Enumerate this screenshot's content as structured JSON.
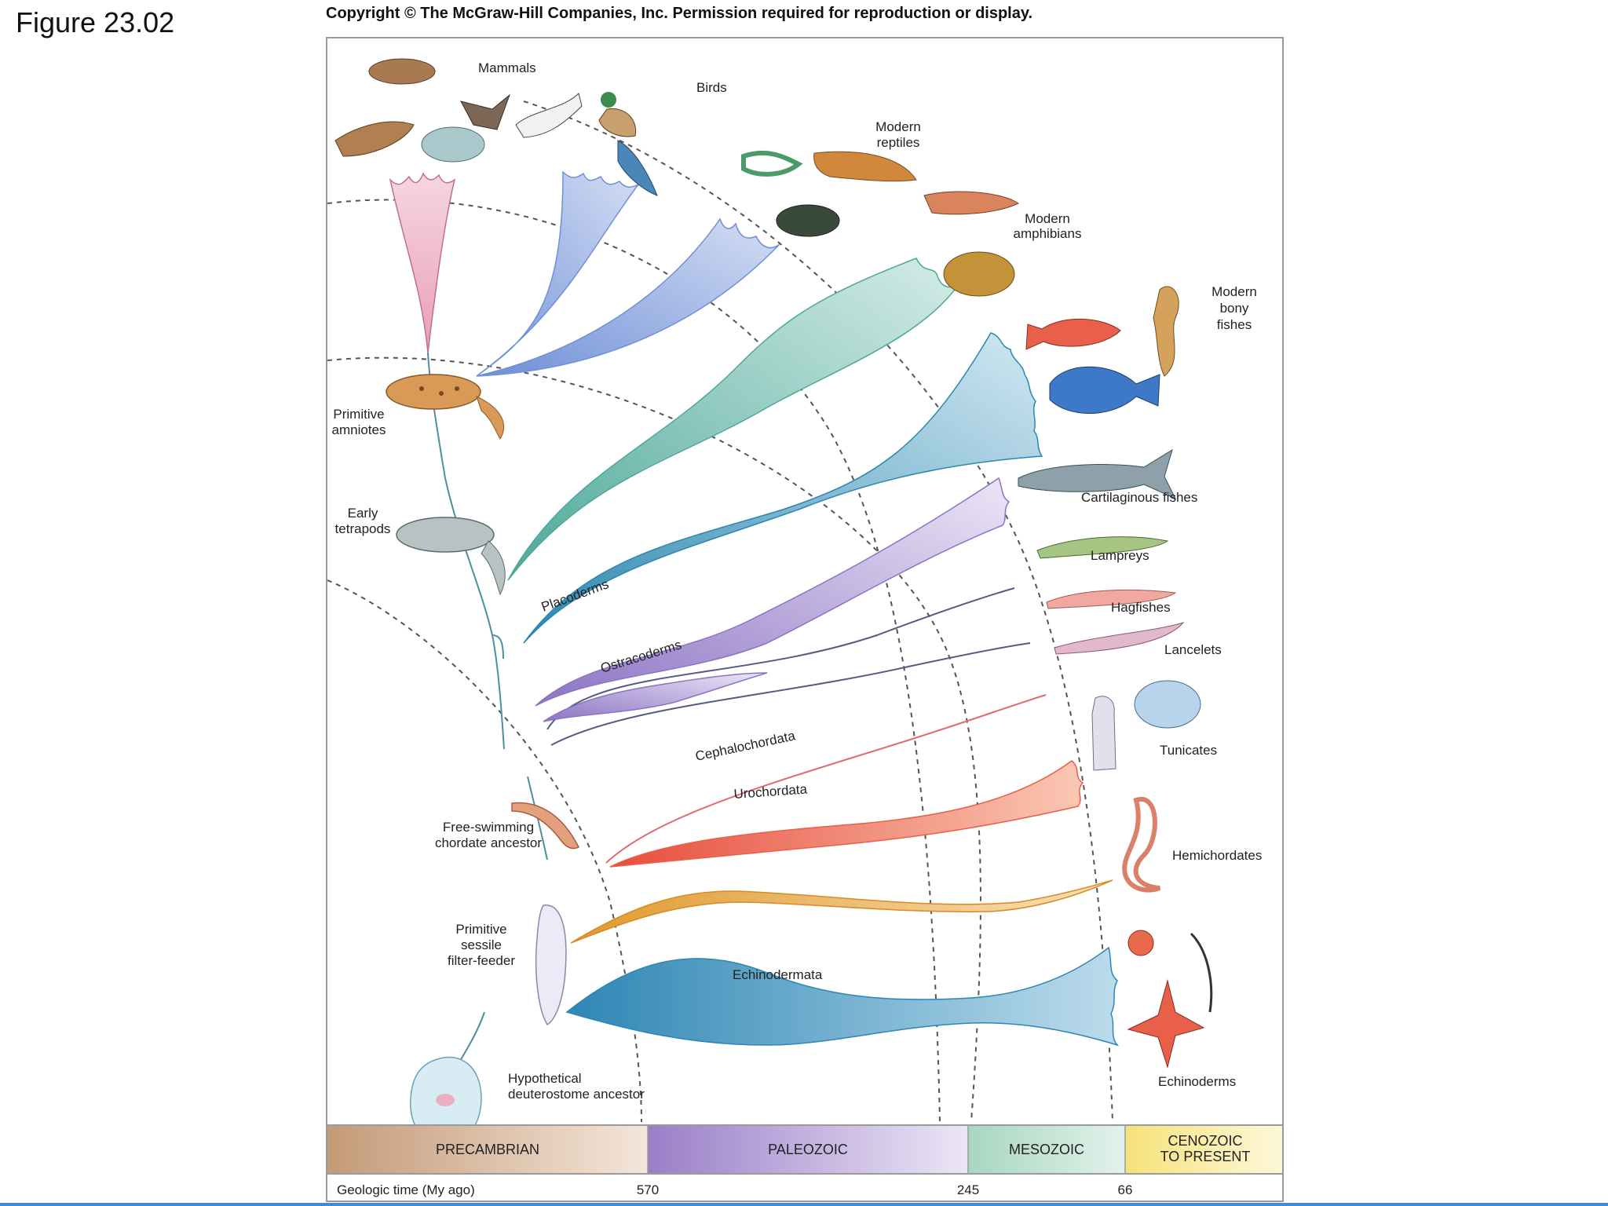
{
  "figure_label": "Figure 23.02",
  "copyright": "Copyright © The McGraw-Hill Companies, Inc. Permission required for reproduction or display.",
  "groups": {
    "mammals": "Mammals",
    "birds": "Birds",
    "reptiles": [
      "Modern",
      "reptiles"
    ],
    "amphibians": [
      "Modern",
      "amphibians"
    ],
    "bony_fishes": [
      "Modern",
      "bony",
      "fishes"
    ],
    "cartilaginous": "Cartilaginous fishes",
    "lampreys": "Lampreys",
    "hagfishes": "Hagfishes",
    "lancelets": "Lancelets",
    "tunicates": "Tunicates",
    "hemichordates": "Hemichordates",
    "echinoderms": "Echinoderms"
  },
  "ancestors": {
    "primitive_amniotes": [
      "Primitive",
      "amniotes"
    ],
    "early_tetrapods": [
      "Early",
      "tetrapods"
    ],
    "free_swimming": [
      "Free-swimming",
      "chordate ancestor"
    ],
    "sessile": [
      "Primitive",
      "sessile",
      "filter-feeder"
    ],
    "deuterostome": [
      "Hypothetical",
      "deuterostome ancestor"
    ]
  },
  "lineages": {
    "placoderms": "Placoderms",
    "ostracoderms": "Ostracoderms",
    "cephalochordata": "Cephalochordata",
    "urochordata": "Urochordata",
    "echinodermata": "Echinodermata"
  },
  "eras": [
    {
      "name": "PRECAMBRIAN",
      "color_from": "#c49a78",
      "color_to": "#f4e6da"
    },
    {
      "name": "PALEOZOIC",
      "color_from": "#9a7fc8",
      "color_to": "#ece6f6"
    },
    {
      "name": "MESOZOIC",
      "color_from": "#a8d6c2",
      "color_to": "#e2f2ea"
    },
    {
      "name": [
        "CENOZOIC",
        "TO PRESENT"
      ],
      "color_from": "#f6e27a",
      "color_to": "#fdf8dc"
    }
  ],
  "timeline": {
    "label": "Geologic time (My ago)",
    "ticks": [
      "570",
      "245",
      "66"
    ]
  }
}
